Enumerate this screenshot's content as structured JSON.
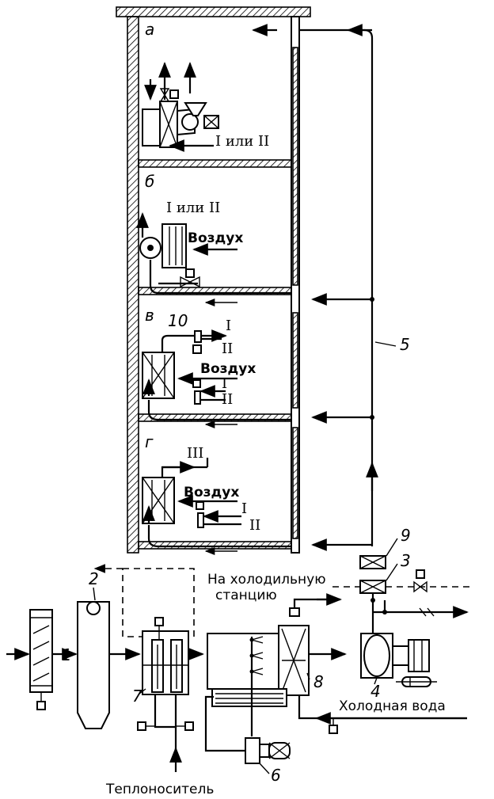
{
  "rooms": {
    "a": "а",
    "b": "б",
    "v": "в",
    "g": "г"
  },
  "labels": {
    "air_b": "Воздух",
    "air_v": "Воздух",
    "air_g": "Воздух",
    "i_or_ii_a": "I или II",
    "i_or_ii_b": "I или II",
    "to_cold_station_line1": "На холодильную",
    "to_cold_station_line2": "станцию",
    "cold_water": "Холодная вода",
    "heat_carrier": "Теплоноситель"
  },
  "roman": {
    "v_I_top": "I",
    "v_II_top": "II",
    "v_I_bottom": "I",
    "v_II_bottom": "II",
    "g_III": "III",
    "g_I": "I",
    "g_II": "II"
  },
  "numbers": {
    "n1": "1",
    "n2": "2",
    "n3": "3",
    "n4": "4",
    "n5": "5",
    "n6": "6",
    "n7": "7",
    "n8": "8",
    "n9": "9",
    "n10": "10"
  }
}
